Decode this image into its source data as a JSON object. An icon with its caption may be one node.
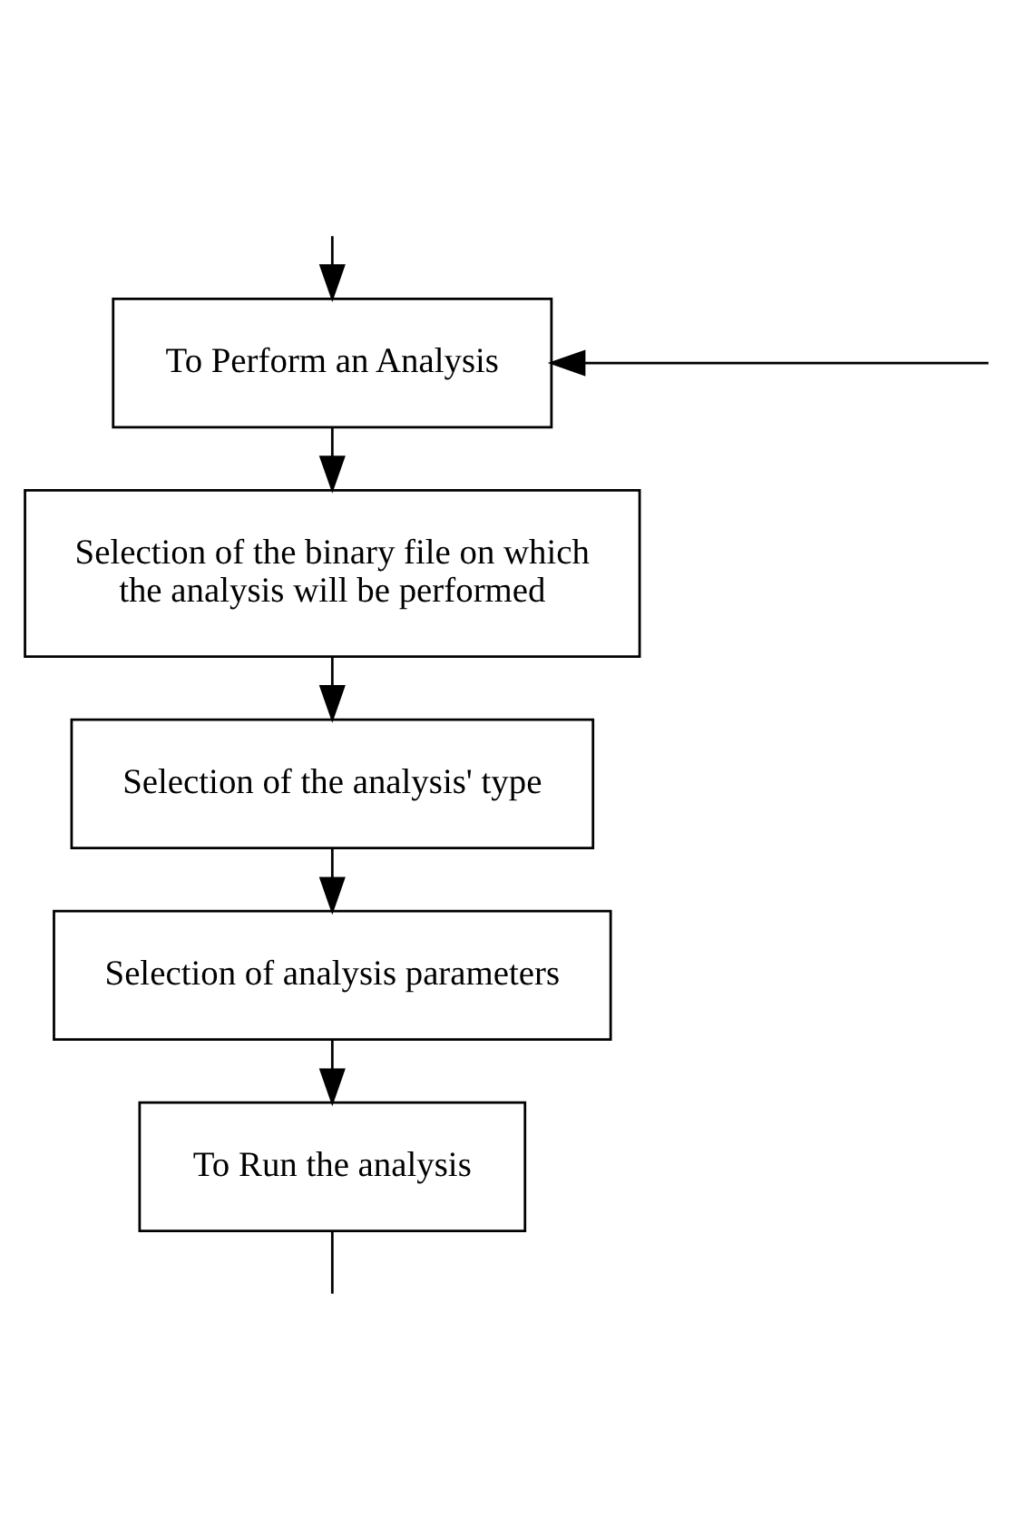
{
  "diagram": {
    "nodes": [
      {
        "text": [
          "To Perform an Analysis"
        ]
      },
      {
        "text": [
          "Selection of the binary file on which the analysis will be performed"
        ]
      },
      {
        "text": [
          "Selection of the analysis' type"
        ]
      },
      {
        "text": [
          "Selection of analysis parameters"
        ]
      },
      {
        "text": [
          "To Run the analysis"
        ]
      }
    ],
    "edges": [
      {
        "from": null,
        "to": 0,
        "arrow": "to"
      },
      {
        "from": null,
        "to": 0,
        "arrow": "to"
      },
      {
        "from": 0,
        "to": 1,
        "arrow": "to"
      },
      {
        "from": 1,
        "to": 2,
        "arrow": "to"
      },
      {
        "from": 2,
        "to": 3,
        "arrow": "to"
      },
      {
        "from": 3,
        "to": 4,
        "arrow": "to"
      },
      {
        "from": 4,
        "to": null,
        "arrow": "none"
      }
    ]
  }
}
